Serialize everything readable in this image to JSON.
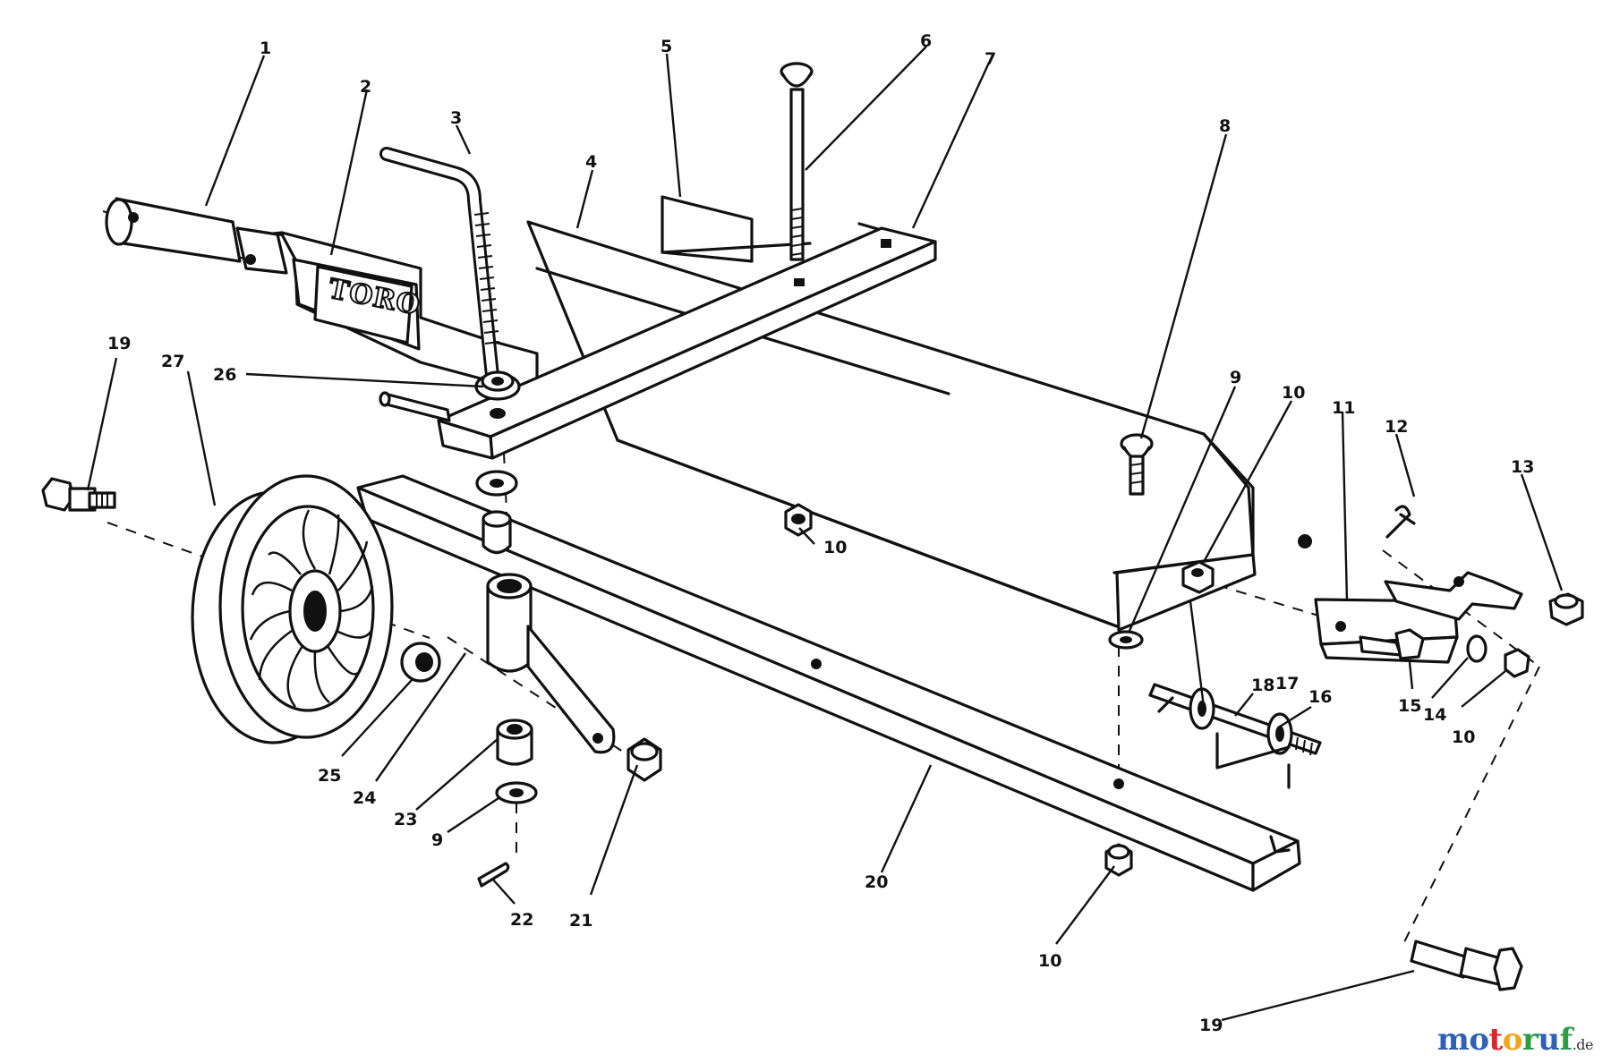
{
  "brand_logo_text": "TORO",
  "watermark": {
    "letters": [
      {
        "ch": "m",
        "color": "#2d62b4"
      },
      {
        "ch": "o",
        "color": "#2d62b4"
      },
      {
        "ch": "t",
        "color": "#e0242b"
      },
      {
        "ch": "o",
        "color": "#f2a51a"
      },
      {
        "ch": "r",
        "color": "#2e9b46"
      },
      {
        "ch": "u",
        "color": "#2d62b4"
      },
      {
        "ch": "f",
        "color": "#2e9b46"
      }
    ],
    "suffix": ".de"
  },
  "callouts": {
    "c1": "1",
    "c2": "2",
    "c3": "3",
    "c4": "4",
    "c5": "5",
    "c6": "6",
    "c7": "7",
    "c8": "8",
    "c9a": "9",
    "c9b": "9",
    "c10a": "10",
    "c10b": "10",
    "c10c": "10",
    "c10d": "10",
    "c11": "11",
    "c12": "12",
    "c13": "13",
    "c14": "14",
    "c15": "15",
    "c16": "16",
    "c17": "17",
    "c18": "18",
    "c19a": "19",
    "c19b": "19",
    "c20": "20",
    "c21": "21",
    "c22": "22",
    "c23": "23",
    "c24": "24",
    "c25": "25",
    "c26": "26",
    "c27": "27"
  }
}
